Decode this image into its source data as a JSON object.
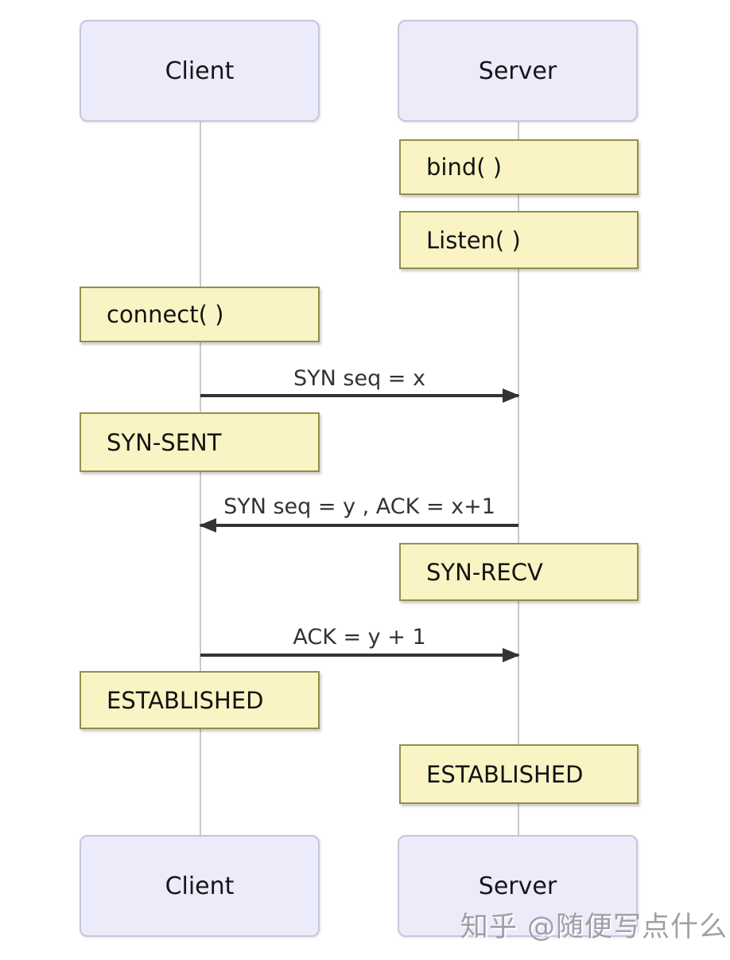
{
  "diagram": {
    "type": "sequence-diagram",
    "topic": "TCP three-way handshake",
    "actors": {
      "client_top": "Client",
      "server_top": "Server",
      "client_bottom": "Client",
      "server_bottom": "Server"
    },
    "notes": {
      "bind": "bind( )",
      "listen": "Listen( )",
      "connect": "connect( )",
      "syn_sent": "SYN-SENT",
      "syn_recv": "SYN-RECV",
      "established_client": "ESTABLISHED",
      "established_server": "ESTABLISHED"
    },
    "messages": {
      "msg1": {
        "label": "SYN seq = x",
        "from": "Client",
        "to": "Server",
        "direction": "right"
      },
      "msg2": {
        "label": "SYN seq = y , ACK = x+1",
        "from": "Server",
        "to": "Client",
        "direction": "left"
      },
      "msg3": {
        "label": "ACK = y + 1",
        "from": "Client",
        "to": "Server",
        "direction": "right"
      }
    },
    "watermark": "知乎 @随便写点什么",
    "colors": {
      "actor_fill": "#EBEBFA",
      "actor_border": "#C6C6DE",
      "note_fill": "#FAF3C4",
      "note_border": "#90904C",
      "lifeline": "#C9C9C9",
      "arrow": "#333333",
      "watermark_text": "#9FA0A8"
    }
  }
}
